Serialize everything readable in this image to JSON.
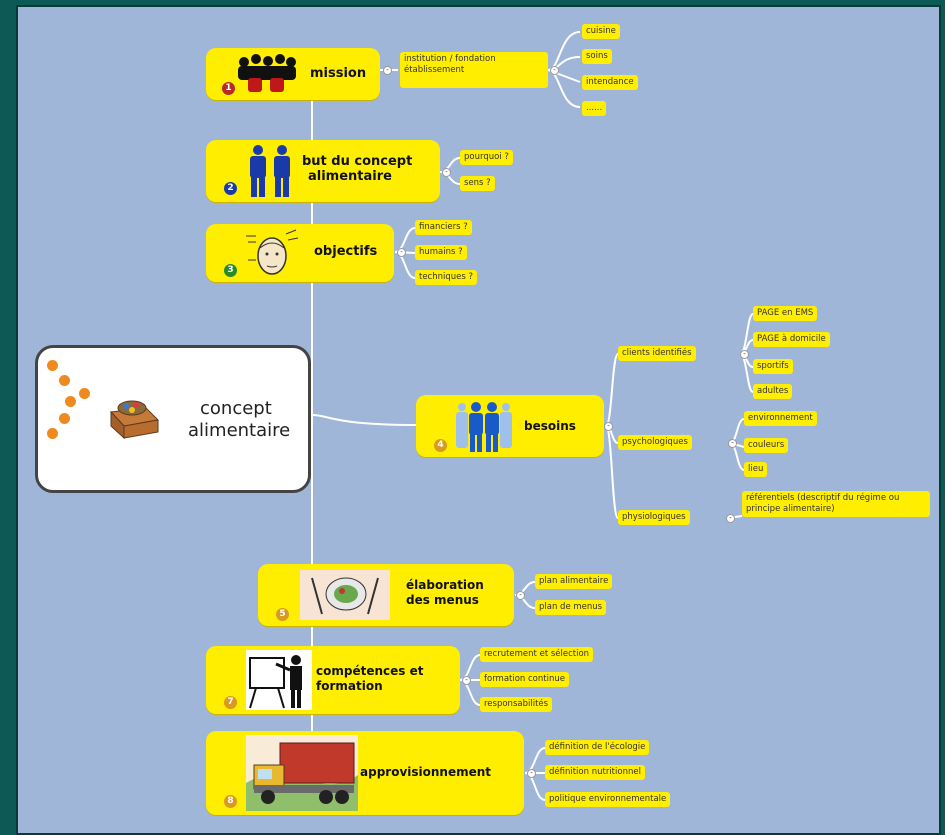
{
  "central": {
    "line1": "concept",
    "line2": "alimentaire",
    "icon": "treasure-chest-icon"
  },
  "branches": [
    {
      "num": "1",
      "label_lines": [
        "mission"
      ],
      "icon": "crowd-icon",
      "children": [
        {
          "text": "institution / fondation",
          "text2": "établissement",
          "children": [
            "cuisine",
            "soins",
            "intendance",
            "......"
          ]
        }
      ]
    },
    {
      "num": "2",
      "label_lines": [
        "but du concept",
        "alimentaire"
      ],
      "icon": "two-people-icon",
      "children": [
        {
          "text": "pourquoi ?"
        },
        {
          "text": "sens ?"
        }
      ]
    },
    {
      "num": "3",
      "label_lines": [
        "objectifs"
      ],
      "icon": "thinking-face-icon",
      "children": [
        {
          "text": "financiers ?"
        },
        {
          "text": "humains ?"
        },
        {
          "text": "techniques ?"
        }
      ]
    },
    {
      "num": "4",
      "label_lines": [
        "besoins"
      ],
      "icon": "people-group-icon",
      "children": [
        {
          "text": "clients identifiés",
          "children": [
            "PAGE en EMS",
            "PAGE à domicile",
            "sportifs",
            "adultes"
          ]
        },
        {
          "text": "psychologiques",
          "children": [
            "environnement",
            "couleurs",
            "lieu"
          ]
        },
        {
          "text": "physiologiques",
          "children": [
            "référentiels (descriptif du régime ou principe alimentaire)"
          ]
        }
      ]
    },
    {
      "num": "5",
      "label_lines": [
        "élaboration",
        "des menus"
      ],
      "icon": "meal-icon",
      "children": [
        {
          "text": "plan alimentaire"
        },
        {
          "text": "plan de menus"
        }
      ]
    },
    {
      "num": "7",
      "label_lines": [
        "compétences et",
        "formation"
      ],
      "icon": "presenter-icon",
      "children": [
        {
          "text": "recrutement et sélection"
        },
        {
          "text": "formation continue"
        },
        {
          "text": "responsabilités"
        }
      ]
    },
    {
      "num": "8",
      "label_lines": [
        "approvisionnement"
      ],
      "icon": "truck-icon",
      "children": [
        {
          "text": "définition de l'écologie"
        },
        {
          "text": "définition nutritionnel"
        },
        {
          "text": "politique environnementale"
        }
      ]
    }
  ],
  "colors": {
    "node": "#ffee00",
    "background": "#9fb6d8",
    "frame": "#0c5a55",
    "line": "#ffffff"
  }
}
